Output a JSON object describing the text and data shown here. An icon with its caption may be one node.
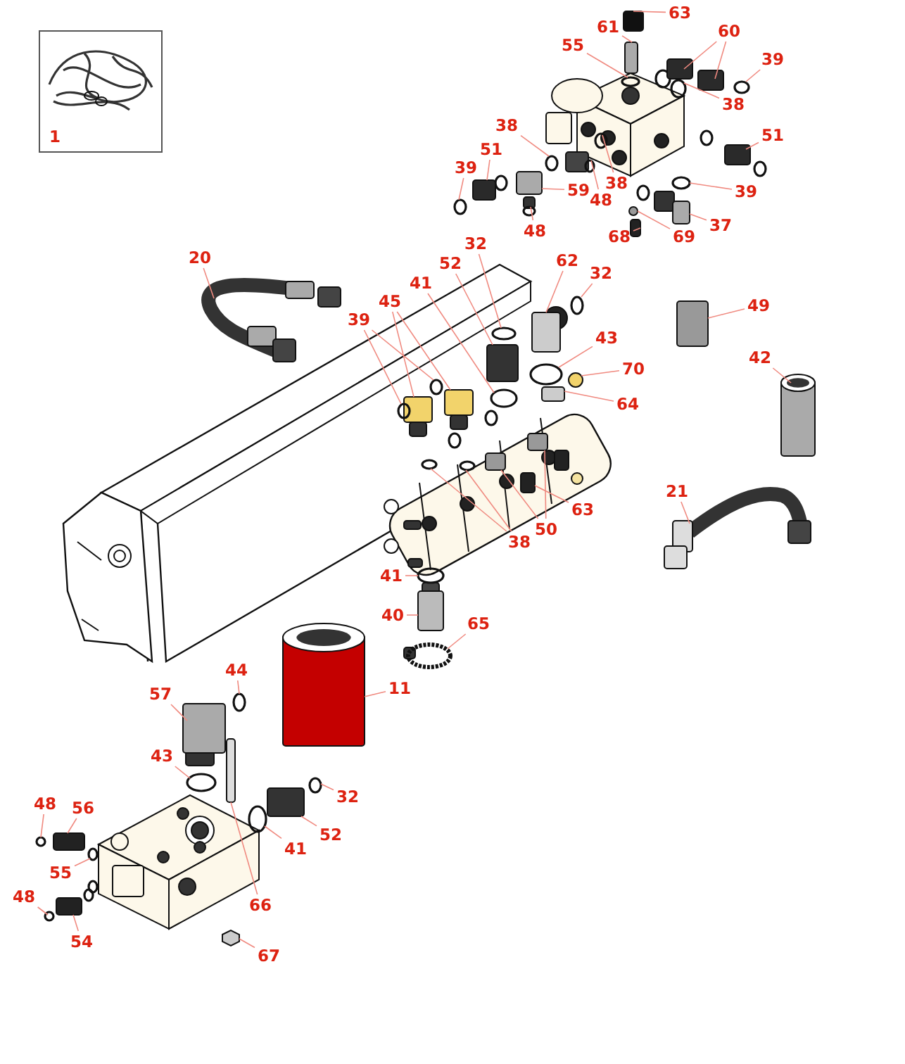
{
  "diagram": {
    "nodes": [
      {
        "text": [
          "63"
        ]
      },
      {
        "text": [
          "61"
        ]
      },
      {
        "text": [
          "60"
        ]
      },
      {
        "text": [
          "55"
        ]
      },
      {
        "text": [
          "39"
        ]
      },
      {
        "text": [
          "38"
        ]
      },
      {
        "text": [
          "38"
        ]
      },
      {
        "text": [
          "51"
        ]
      },
      {
        "text": [
          "51"
        ]
      },
      {
        "text": [
          "39"
        ]
      },
      {
        "text": [
          "38"
        ]
      },
      {
        "text": [
          "59"
        ]
      },
      {
        "text": [
          "48"
        ]
      },
      {
        "text": [
          "39"
        ]
      },
      {
        "text": [
          "37"
        ]
      },
      {
        "text": [
          "48"
        ]
      },
      {
        "text": [
          "68"
        ]
      },
      {
        "text": [
          "69"
        ]
      },
      {
        "text": [
          "32"
        ]
      },
      {
        "text": [
          "20"
        ]
      },
      {
        "text": [
          "62"
        ]
      },
      {
        "text": [
          "52"
        ]
      },
      {
        "text": [
          "32"
        ]
      },
      {
        "text": [
          "41"
        ]
      },
      {
        "text": [
          "45"
        ]
      },
      {
        "text": [
          "49"
        ]
      },
      {
        "text": [
          "39"
        ]
      },
      {
        "text": [
          "43"
        ]
      },
      {
        "text": [
          "42"
        ]
      },
      {
        "text": [
          "70"
        ]
      },
      {
        "text": [
          "64"
        ]
      },
      {
        "text": [
          "21"
        ]
      },
      {
        "text": [
          "63"
        ]
      },
      {
        "text": [
          "50"
        ]
      },
      {
        "text": [
          "38"
        ]
      },
      {
        "text": [
          "41"
        ]
      },
      {
        "text": [
          "40"
        ]
      },
      {
        "text": [
          "65"
        ]
      },
      {
        "text": [
          "44"
        ]
      },
      {
        "text": [
          "11"
        ]
      },
      {
        "text": [
          "57"
        ]
      },
      {
        "text": [
          "43"
        ]
      },
      {
        "text": [
          "32"
        ]
      },
      {
        "text": [
          "48"
        ]
      },
      {
        "text": [
          "56"
        ]
      },
      {
        "text": [
          "52"
        ]
      },
      {
        "text": [
          "41"
        ]
      },
      {
        "text": [
          "55"
        ]
      },
      {
        "text": [
          "48"
        ]
      },
      {
        "text": [
          "66"
        ]
      },
      {
        "text": [
          "54"
        ]
      },
      {
        "text": [
          "67"
        ]
      },
      {
        "text": [],
        "shape": "plug"
      },
      {
        "text": [],
        "shape": "fitting"
      },
      {
        "text": [],
        "shape": "fitting"
      },
      {
        "text": [],
        "shape": "fitting"
      },
      {
        "text": [],
        "shape": "ring"
      },
      {
        "text": [],
        "shape": "ring"
      },
      {
        "text": [],
        "shape": "ring"
      },
      {
        "text": [],
        "shape": "ring"
      },
      {
        "text": [],
        "shape": "fitting"
      },
      {
        "text": [],
        "shape": "fitting"
      },
      {
        "text": [],
        "shape": "ring"
      },
      {
        "text": [],
        "shape": "ring"
      },
      {
        "text": [],
        "shape": "fitting"
      },
      {
        "text": [],
        "shape": "ring"
      },
      {
        "text": [],
        "shape": "ring"
      },
      {
        "text": [],
        "shape": "fitting"
      },
      {
        "text": [],
        "shape": "ring"
      },
      {
        "text": [],
        "shape": "bolt"
      },
      {
        "text": [],
        "shape": "washer"
      },
      {
        "text": [],
        "shape": "ring"
      },
      {
        "text": [],
        "shape": "hose"
      },
      {
        "text": [],
        "shape": "fitting"
      },
      {
        "text": [],
        "shape": "fitting"
      },
      {
        "text": [],
        "shape": "ring"
      },
      {
        "text": [],
        "shape": "ring"
      },
      {
        "text": [],
        "shape": "fitting"
      },
      {
        "text": [],
        "shape": "fitting"
      },
      {
        "text": [],
        "shape": "plug"
      },
      {
        "text": [],
        "shape": "ring"
      },
      {
        "text": [],
        "shape": "ring"
      },
      {
        "text": [],
        "shape": "ring"
      },
      {
        "text": [],
        "shape": "cylinder"
      },
      {
        "text": [],
        "shape": "washer"
      },
      {
        "text": [],
        "shape": "bolt"
      },
      {
        "text": [],
        "shape": "hose"
      },
      {
        "text": [],
        "shape": "valve"
      },
      {
        "text": [],
        "shape": "valve"
      },
      {
        "text": [],
        "shape": "valve"
      },
      {
        "text": [],
        "shape": "ring"
      },
      {
        "text": [],
        "shape": "ring"
      },
      {
        "text": [],
        "shape": "ring"
      },
      {
        "text": [],
        "shape": "fitting"
      },
      {
        "text": [],
        "shape": "clamp"
      },
      {
        "text": [],
        "shape": "ring"
      },
      {
        "text": [],
        "shape": "cylinder"
      },
      {
        "text": [],
        "shape": "fitting"
      },
      {
        "text": [],
        "shape": "ring"
      },
      {
        "text": [],
        "shape": "ring"
      },
      {
        "text": [],
        "shape": "ring"
      },
      {
        "text": [],
        "shape": "fitting"
      },
      {
        "text": [],
        "shape": "fitting"
      },
      {
        "text": [],
        "shape": "ring"
      },
      {
        "text": [],
        "shape": "ring"
      },
      {
        "text": [],
        "shape": "ring"
      },
      {
        "text": [],
        "shape": "bolt"
      },
      {
        "text": [],
        "shape": "fitting"
      },
      {
        "text": [],
        "shape": "nut"
      }
    ],
    "edges": [
      {
        "from": 0,
        "to": 52,
        "arrow": "none"
      },
      {
        "from": 1,
        "to": 53,
        "arrow": "none"
      },
      {
        "from": 2,
        "to": 54,
        "arrow": "none"
      },
      {
        "from": 2,
        "to": 55,
        "arrow": "none"
      },
      {
        "from": 3,
        "to": 56,
        "arrow": "none"
      },
      {
        "from": 4,
        "to": 57,
        "arrow": "none"
      },
      {
        "from": 5,
        "to": 58,
        "arrow": "none"
      },
      {
        "from": 6,
        "to": 59,
        "arrow": "none"
      },
      {
        "from": 7,
        "to": 60,
        "arrow": "none"
      },
      {
        "from": 8,
        "to": 61,
        "arrow": "none"
      },
      {
        "from": 9,
        "to": 62,
        "arrow": "none"
      },
      {
        "from": 10,
        "to": 63,
        "arrow": "none"
      },
      {
        "from": 11,
        "to": 64,
        "arrow": "none"
      },
      {
        "from": 12,
        "to": 65,
        "arrow": "none"
      },
      {
        "from": 13,
        "to": 66,
        "arrow": "none"
      },
      {
        "from": 14,
        "to": 67,
        "arrow": "none"
      },
      {
        "from": 15,
        "to": 68,
        "arrow": "none"
      },
      {
        "from": 16,
        "to": 69,
        "arrow": "none"
      },
      {
        "from": 17,
        "to": 70,
        "arrow": "none"
      },
      {
        "from": 18,
        "to": 71,
        "arrow": "none"
      },
      {
        "from": 19,
        "to": 72,
        "arrow": "none"
      },
      {
        "from": 20,
        "to": 73,
        "arrow": "none"
      },
      {
        "from": 21,
        "to": 74,
        "arrow": "none"
      },
      {
        "from": 22,
        "to": 75,
        "arrow": "none"
      },
      {
        "from": 23,
        "to": 76,
        "arrow": "none"
      },
      {
        "from": 24,
        "to": 77,
        "arrow": "none"
      },
      {
        "from": 24,
        "to": 78,
        "arrow": "none"
      },
      {
        "from": 25,
        "to": 79,
        "arrow": "none"
      },
      {
        "from": 26,
        "to": 80,
        "arrow": "none"
      },
      {
        "from": 26,
        "to": 81,
        "arrow": "none"
      },
      {
        "from": 27,
        "to": 82,
        "arrow": "none"
      },
      {
        "from": 28,
        "to": 83,
        "arrow": "none"
      },
      {
        "from": 29,
        "to": 84,
        "arrow": "none"
      },
      {
        "from": 30,
        "to": 85,
        "arrow": "none"
      },
      {
        "from": 31,
        "to": 86,
        "arrow": "none"
      },
      {
        "from": 32,
        "to": 87,
        "arrow": "none"
      },
      {
        "from": 33,
        "to": 88,
        "arrow": "none"
      },
      {
        "from": 33,
        "to": 89,
        "arrow": "none"
      },
      {
        "from": 34,
        "to": 90,
        "arrow": "none"
      },
      {
        "from": 34,
        "to": 91,
        "arrow": "none"
      },
      {
        "from": 35,
        "to": 92,
        "arrow": "none"
      },
      {
        "from": 36,
        "to": 93,
        "arrow": "none"
      },
      {
        "from": 37,
        "to": 94,
        "arrow": "none"
      },
      {
        "from": 38,
        "to": 95,
        "arrow": "none"
      },
      {
        "from": 39,
        "to": 96,
        "arrow": "none"
      },
      {
        "from": 40,
        "to": 97,
        "arrow": "none"
      },
      {
        "from": 41,
        "to": 98,
        "arrow": "none"
      },
      {
        "from": 42,
        "to": 99,
        "arrow": "none"
      },
      {
        "from": 43,
        "to": 100,
        "arrow": "none"
      },
      {
        "from": 44,
        "to": 101,
        "arrow": "none"
      },
      {
        "from": 45,
        "to": 102,
        "arrow": "none"
      },
      {
        "from": 46,
        "to": 103,
        "arrow": "none"
      },
      {
        "from": 47,
        "to": 104,
        "arrow": "none"
      },
      {
        "from": 48,
        "to": 105,
        "arrow": "none"
      },
      {
        "from": 49,
        "to": 106,
        "arrow": "none"
      },
      {
        "from": 50,
        "to": 107,
        "arrow": "none"
      },
      {
        "from": 51,
        "to": 108,
        "arrow": "none"
      }
    ],
    "labels": [
      "1"
    ]
  }
}
